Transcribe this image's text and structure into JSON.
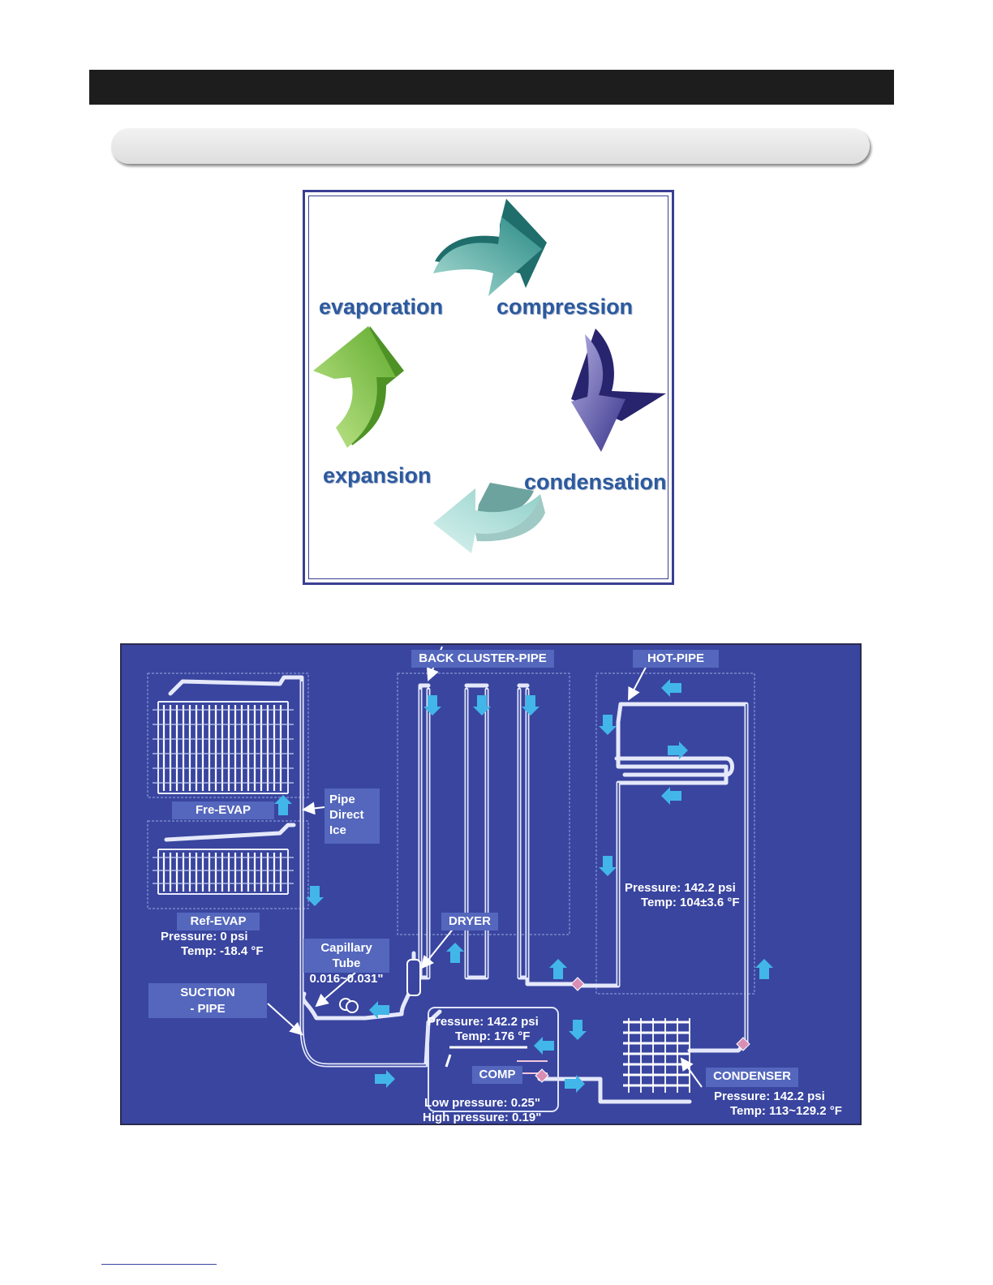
{
  "cycle": {
    "evaporation": "evaporation",
    "compression": "compression",
    "condensation": "condensation",
    "expansion": "expansion"
  },
  "blueprint": {
    "back_cluster_pipe": "BACK CLUSTER-PIPE",
    "hot_pipe": "HOT-PIPE",
    "fre_evap": "Fre-EVAP",
    "ref_evap": "Ref-EVAP",
    "pipe_direct_ice": [
      "Pipe",
      "Direct",
      "Ice"
    ],
    "dryer": "DRYER",
    "capillary_tube": [
      "Capillary Tube",
      "0.016~0.031\""
    ],
    "suction_pipe": [
      "SUCTION",
      "-  PIPE"
    ],
    "comp": "COMP",
    "condenser": "CONDENSER",
    "ref_evap_pressure": "Pressure:  0 psi",
    "ref_evap_temp": "Temp:  -18.4 °F",
    "hot_pipe_pressure": "Pressure: 142.2 psi",
    "hot_pipe_temp": "Temp: 104±3.6 °F",
    "comp_pressure": "Pressure: 142.2 psi",
    "comp_temp": "Temp: 176 °F",
    "low_pressure": "Low pressure:  0.25\"",
    "high_pressure": "High pressure:  0.19\"",
    "condenser_pressure": "Pressure: 142.2 psi",
    "condenser_temp": "Temp: 113~129.2 °F"
  },
  "colors": {
    "header_bar": "#1d1d1d",
    "blueprint_bg": "#39459f",
    "label_bg": "#5467bd",
    "flow_arrow": "#42b6e8",
    "junction": "#d98fb5",
    "cycle_text": "#2c5a9e"
  }
}
